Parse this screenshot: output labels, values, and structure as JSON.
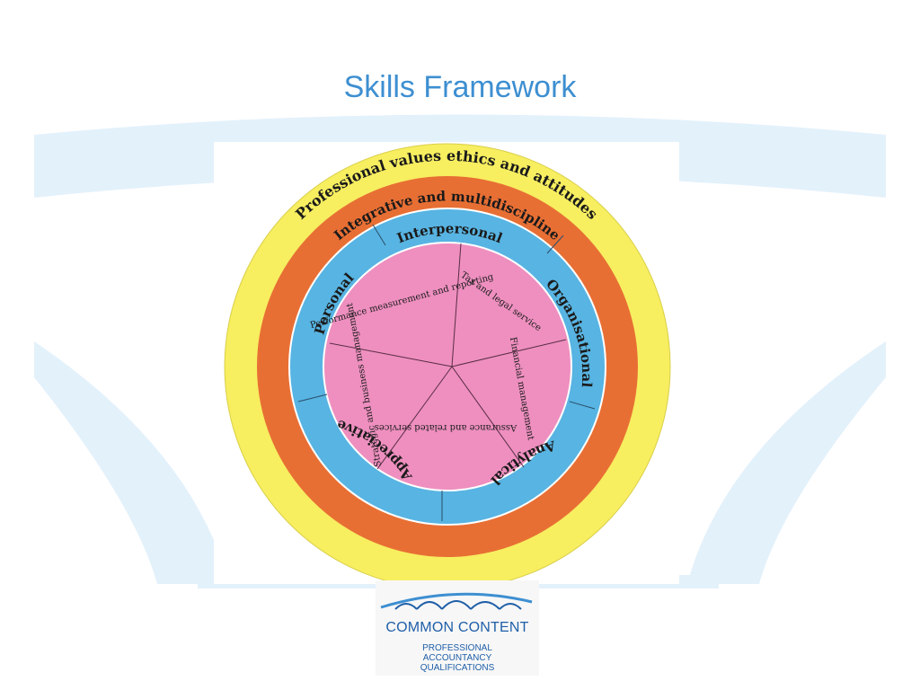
{
  "slide": {
    "title": "Skills Framework"
  },
  "colors": {
    "title": "#3d8fd1",
    "background_shape": "#e3f1fb",
    "outer_ring": "#f7ee60",
    "second_ring": "#e86f34",
    "third_ring": "#58b4e2",
    "core": "#ee8fbf",
    "logo_blue": "#1f5fa8"
  },
  "rings": {
    "outer": "Professional values ethics and attitudes",
    "second": "Integrative and multidiscipline",
    "skills": [
      "Interpersonal",
      "Organisational",
      "Analytical",
      "Appreciative",
      "Personal"
    ]
  },
  "core_segments": [
    "Performance measurement and reporting",
    "Tax and legal service",
    "Financial management",
    "Assurance and related services",
    "Strategic and business management"
  ],
  "logo": {
    "title": "COMMON CONTENT",
    "line1": "PROFESSIONAL",
    "line2": "ACCOUNTANCY",
    "line3": "QUALIFICATIONS"
  }
}
